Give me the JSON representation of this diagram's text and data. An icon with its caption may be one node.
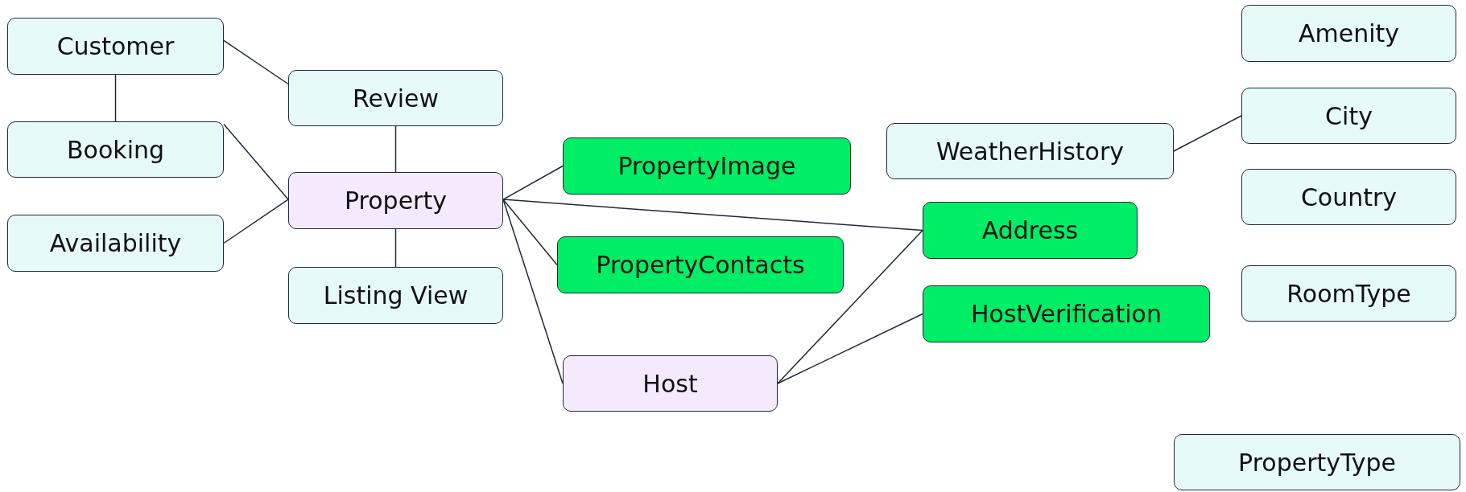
{
  "diagram": {
    "nodes": [
      {
        "text": [
          "Customer"
        ]
      },
      {
        "text": [
          "Review"
        ]
      },
      {
        "text": [
          "Booking"
        ]
      },
      {
        "text": [
          "Property"
        ]
      },
      {
        "text": [
          "Availability"
        ]
      },
      {
        "text": [
          "Listing View"
        ]
      },
      {
        "text": [
          "PropertyImage"
        ]
      },
      {
        "text": [
          "PropertyContacts"
        ]
      },
      {
        "text": [
          "Host"
        ]
      },
      {
        "text": [
          "WeatherHistory"
        ]
      },
      {
        "text": [
          "Address"
        ]
      },
      {
        "text": [
          "HostVerification"
        ]
      },
      {
        "text": [
          "Amenity"
        ]
      },
      {
        "text": [
          "City"
        ]
      },
      {
        "text": [
          "Country"
        ]
      },
      {
        "text": [
          "RoomType"
        ]
      },
      {
        "text": [
          "PropertyType"
        ]
      }
    ],
    "edges": [
      {
        "from": 0,
        "to": 1,
        "arrow": "none"
      },
      {
        "from": 0,
        "to": 2,
        "arrow": "none"
      },
      {
        "from": 1,
        "to": 3,
        "arrow": "none"
      },
      {
        "from": 2,
        "to": 3,
        "arrow": "none"
      },
      {
        "from": 4,
        "to": 3,
        "arrow": "none"
      },
      {
        "from": 3,
        "to": 5,
        "arrow": "none"
      },
      {
        "from": 3,
        "to": 6,
        "arrow": "none"
      },
      {
        "from": 3,
        "to": 7,
        "arrow": "none"
      },
      {
        "from": 3,
        "to": 10,
        "arrow": "none"
      },
      {
        "from": 3,
        "to": 8,
        "arrow": "none"
      },
      {
        "from": 8,
        "to": 10,
        "arrow": "none"
      },
      {
        "from": 8,
        "to": 11,
        "arrow": "none"
      },
      {
        "from": 9,
        "to": 13,
        "arrow": "none"
      }
    ]
  }
}
